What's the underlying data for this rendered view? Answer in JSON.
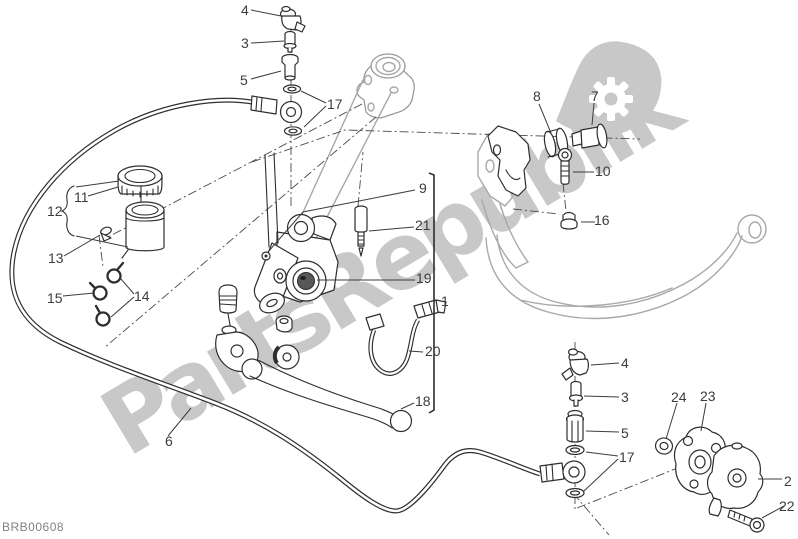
{
  "diagram": {
    "drawing_code": "BRB00608",
    "watermark": "PartsRepublik",
    "callouts": [
      {
        "id": "top-fitting-cap",
        "label": "4"
      },
      {
        "id": "top-bleed-valve",
        "label": "3"
      },
      {
        "id": "top-fitting",
        "label": "5"
      },
      {
        "id": "top-washers",
        "label": "17"
      },
      {
        "id": "reservoir-cap",
        "label": "11"
      },
      {
        "id": "reservoir-assembly",
        "label": "12"
      },
      {
        "id": "reservoir-grommet",
        "label": "13"
      },
      {
        "id": "clip-upper",
        "label": "14"
      },
      {
        "id": "clip-screw",
        "label": "15"
      },
      {
        "id": "pivot-pin",
        "label": "9"
      },
      {
        "id": "spring-rod",
        "label": "21"
      },
      {
        "id": "piston-seal",
        "label": "19"
      },
      {
        "id": "master-cylinder-assembly",
        "label": "1"
      },
      {
        "id": "wire-guide",
        "label": "20"
      },
      {
        "id": "clutch-lever",
        "label": "18"
      },
      {
        "id": "clutch-hose",
        "label": "6"
      },
      {
        "id": "damper-grommet",
        "label": "8"
      },
      {
        "id": "locating-pin",
        "label": "7"
      },
      {
        "id": "bracket-screw",
        "label": "10"
      },
      {
        "id": "flanged-nut",
        "label": "16"
      },
      {
        "id": "bottom-fitting-cap",
        "label": "4"
      },
      {
        "id": "bottom-bleed-valve",
        "label": "3"
      },
      {
        "id": "bottom-fitting",
        "label": "5"
      },
      {
        "id": "bottom-washers",
        "label": "17"
      },
      {
        "id": "slave-seal",
        "label": "24"
      },
      {
        "id": "slave-gasket",
        "label": "23"
      },
      {
        "id": "slave-cylinder",
        "label": "2"
      },
      {
        "id": "slave-bolt",
        "label": "22"
      }
    ]
  }
}
